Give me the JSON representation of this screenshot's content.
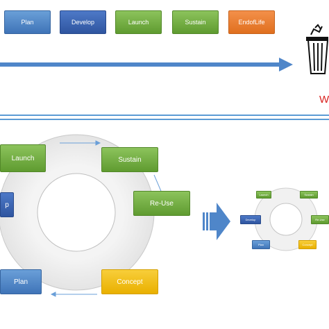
{
  "top_row": {
    "stages": [
      {
        "label": "Plan",
        "color": "blue"
      },
      {
        "label": "Develop",
        "color": "dark-blue"
      },
      {
        "label": "Launch",
        "color": "green"
      },
      {
        "label": "Sustain",
        "color": "green"
      },
      {
        "label": "EndofLife",
        "color": "orange"
      }
    ],
    "waste_label": "W"
  },
  "cycle": {
    "stages": [
      {
        "label": "Launch"
      },
      {
        "label": "Sustain"
      },
      {
        "label": "Re-Use"
      },
      {
        "label": "Concept"
      },
      {
        "label": "Plan"
      },
      {
        "label": "p"
      }
    ]
  },
  "mini_cycle": {
    "stages": [
      {
        "label": "Launch"
      },
      {
        "label": "Sustain"
      },
      {
        "label": "Re-Use"
      },
      {
        "label": "Concept"
      },
      {
        "label": "Plan"
      },
      {
        "label": "Develop"
      }
    ]
  },
  "colors": {
    "blue": "#4f86c9",
    "dark_blue": "#3b64b3",
    "green": "#6fae3e",
    "orange": "#ed7d31",
    "yellow": "#f2c100",
    "divider": "#5b9bd5",
    "waste_text": "#d9211e"
  },
  "icons": [
    "trash-bin-icon",
    "right-arrow-icon",
    "block-arrow-icon",
    "cycle-arrow-icon"
  ]
}
